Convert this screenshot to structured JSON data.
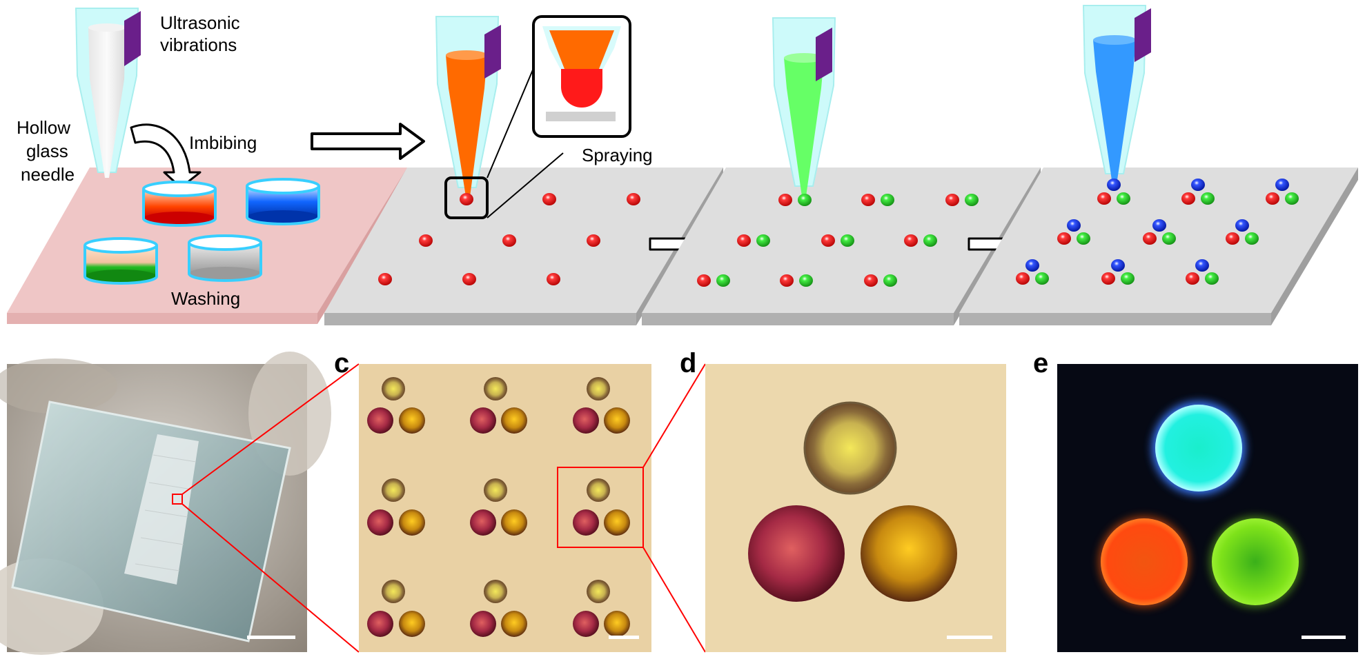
{
  "schematic": {
    "label_ultrasonic": "Ultrasonic",
    "label_vibrations": "vibrations",
    "label_hollow": "Hollow",
    "label_glass": "glass",
    "label_needle": "needle",
    "label_imbibing": "Imbibing",
    "label_washing": "Washing",
    "label_spraying": "Spraying"
  },
  "panels": {
    "c_letter": "c",
    "d_letter": "d",
    "e_letter": "e"
  },
  "colors": {
    "red_ink": "#ff1a1a",
    "green_ink": "#33dd33",
    "blue_ink": "#2244ff",
    "orange_needle": "#ff6a00",
    "green_needle": "#66ff66",
    "blue_needle": "#3399ff",
    "substrate": "#d9d9d9",
    "pink_base": "#efc3c3",
    "micro_bg": "#e9d1a4",
    "fluor_bg": "#060914",
    "scale_line": "#ffffff",
    "zoom_line": "#ff0000"
  }
}
